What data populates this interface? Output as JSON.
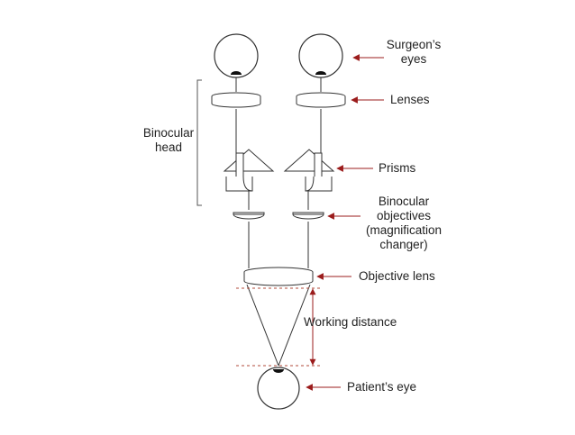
{
  "labels": {
    "surgeon_eyes_line1": "Surgeon’s",
    "surgeon_eyes_line2": "eyes",
    "lenses": "Lenses",
    "binocular_head_line1": "Binocular",
    "binocular_head_line2": "head",
    "prisms": "Prisms",
    "binocular_objectives_line1": "Binocular",
    "binocular_objectives_line2": "objectives",
    "binocular_objectives_line3": "(magnification",
    "binocular_objectives_line4": "changer)",
    "objective_lens": "Objective lens",
    "working_distance": "Working distance",
    "patient_eye": "Patient’s eye"
  },
  "colors": {
    "arrow": "#9b1c1c",
    "line": "#333333",
    "dashed": "#b04a3a",
    "text": "#222222"
  }
}
